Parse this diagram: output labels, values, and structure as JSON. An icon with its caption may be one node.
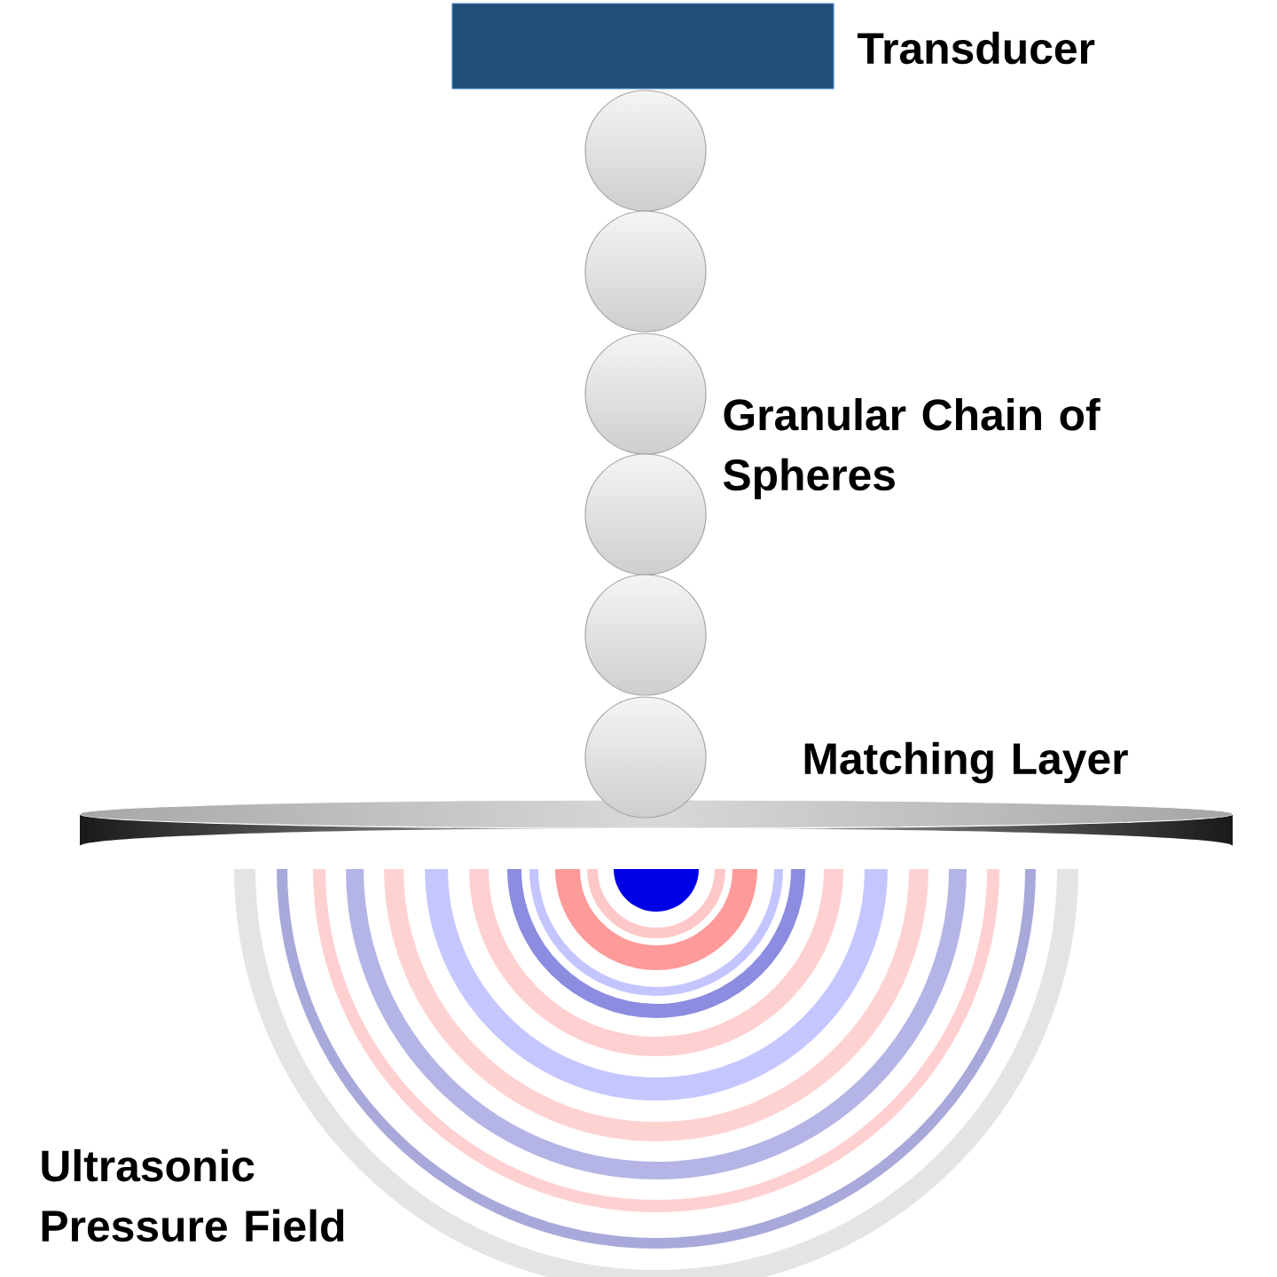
{
  "diagram": {
    "labels": [
      "Transducer",
      "Granular Chain of Spheres",
      "Matching Layer",
      "Ultrasonic Pressure Field"
    ]
  }
}
